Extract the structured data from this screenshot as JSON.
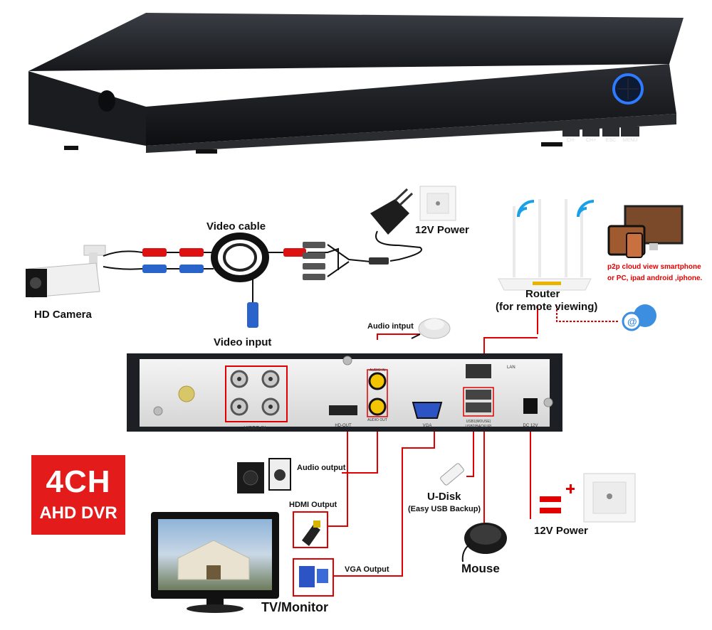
{
  "dvr_buttons": [
    "CH-",
    "CH+",
    "ESC",
    "MENU"
  ],
  "labels": {
    "video_cable": "Video cable",
    "power_top": "12V Power",
    "hd_camera": "HD Camera",
    "video_input": "Video input",
    "audio_intput": "Audio intput",
    "router": "Router",
    "router_sub": "(for remote viewing)",
    "p2p_line1": "p2p cloud  view smartphone",
    "p2p_line2": "or PC, ipad android ,iphone.",
    "audio_output": "Audio output",
    "hdmi_output": "HDMI Output",
    "vga_output": "VGA Output",
    "udisk": "U-Disk",
    "udisk_sub": "(Easy USB Backup)",
    "power_bottom": "12V Power",
    "mouse": "Mouse",
    "tv_monitor": "TV/Monitor"
  },
  "panel_labels": {
    "video_in": "VIDEO IN",
    "hd_out": "HD-OUT",
    "vga": "VGA",
    "audio_in": "AUDIO IN",
    "audio_out": "AUDIO OUT",
    "lan": "LAN",
    "usb1": "USB1(MOUSE)",
    "usb2": "USB2(BACKUP)",
    "dc": "DC 12V"
  },
  "badge": {
    "line1": "4CH",
    "line2": "AHD DVR"
  },
  "colors": {
    "badge": "#e31b1b",
    "wire_red": "#e00000",
    "device_dark": "#1c1f24"
  }
}
